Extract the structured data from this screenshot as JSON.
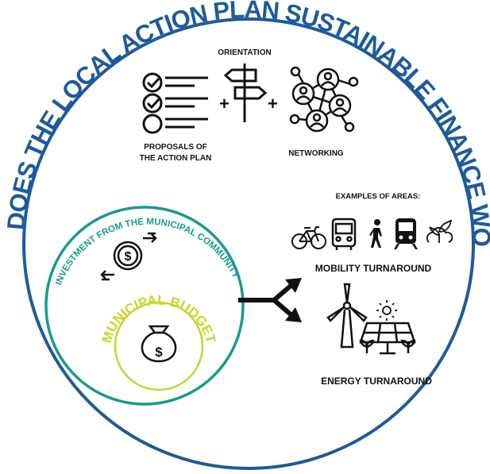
{
  "title": "HOW DOES THE LOCAL ACTION PLAN SUSTAINABLE FINANCE WORK?",
  "top_section": {
    "orientation_label": "ORIENTATION",
    "proposals_label_line1": "PROPOSALS OF",
    "proposals_label_line2": "THE ACTION PLAN",
    "networking_label": "NETWORKING",
    "plus_1": "+",
    "plus_2": "+"
  },
  "investment": {
    "arc_label": "INVESTMENT FROM THE MUNICIPAL COMMUNITY",
    "budget_label": "MUNICIPAL BUDGET"
  },
  "areas": {
    "heading": "EXAMPLES OF AREAS:",
    "mobility_label": "MOBILITY TURNAROUND",
    "energy_label": "ENERGY TURNAROUND"
  },
  "colors": {
    "outer_circle": "#1e5a9c",
    "investment_circle": "#1a9a8a",
    "budget_circle": "#c8d42a",
    "icon": "#111111"
  },
  "icons": [
    "checklist-icon",
    "signpost-icon",
    "network-people-icon",
    "money-exchange-icon",
    "money-bag-icon",
    "split-arrow-icon",
    "bicycle-icon",
    "bus-icon",
    "pedestrian-icon",
    "train-icon",
    "plant-cloud-icon",
    "wind-turbine-icon",
    "solar-panel-icon",
    "sun-icon"
  ]
}
